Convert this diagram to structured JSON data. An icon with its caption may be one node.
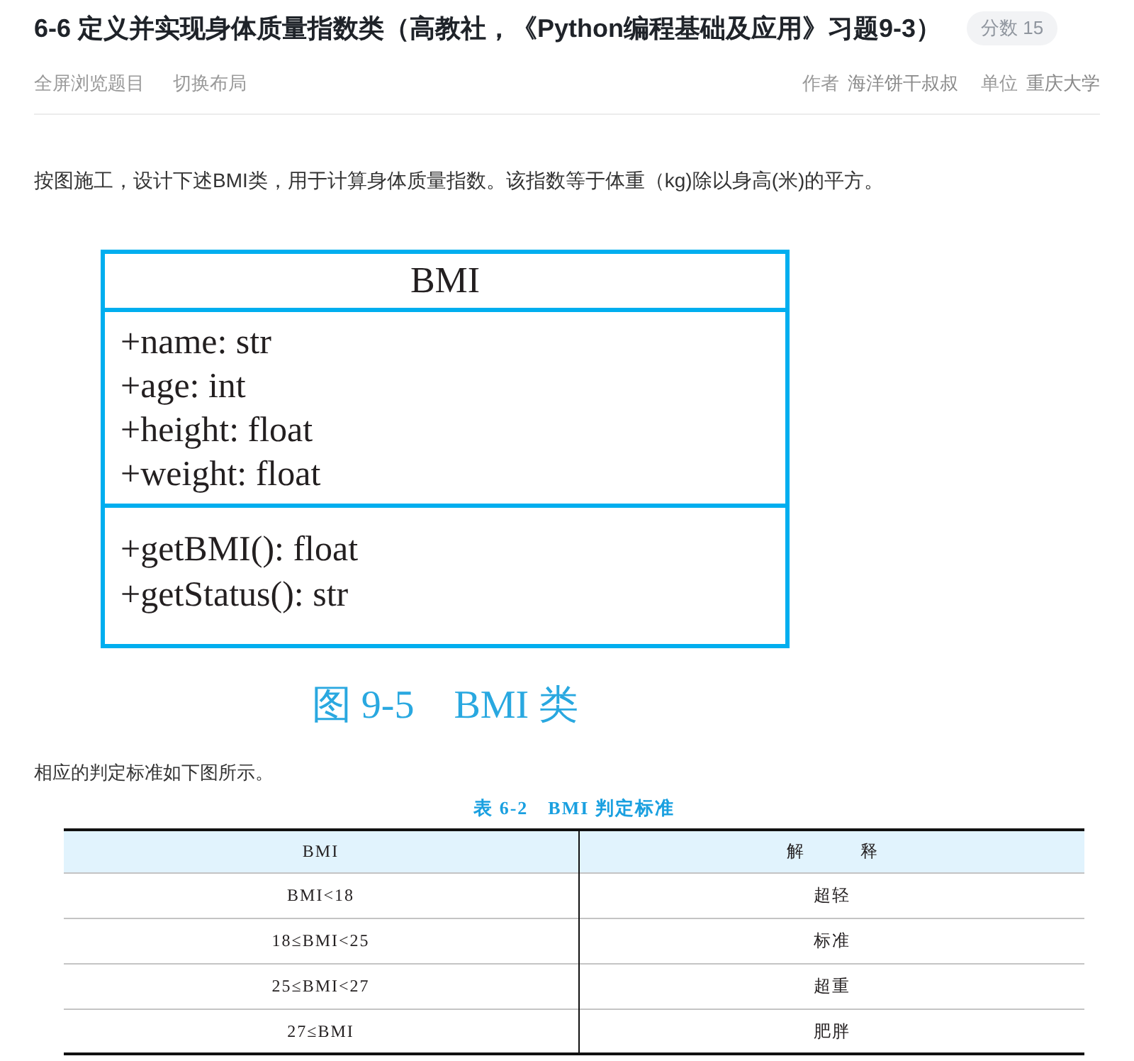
{
  "diagram": {
    "title": "6-6 定义并实现身体质量指数类（高教社，《Python编程基础及应用》习题9-3）",
    "caption": "图 9-5　BMI 类",
    "nodes": [
      {
        "text": [],
        "shape": "box"
      },
      {
        "text": [
          "BMI"
        ],
        "in": 0
      },
      {
        "text": [
          "+name: str",
          "+age: int",
          "+height: float",
          "+weight: float"
        ],
        "in": 0
      },
      {
        "text": [
          "+getBMI(): float",
          "+getStatus(): str"
        ],
        "in": 0
      }
    ],
    "labels": [
      "分数 15",
      "全屏浏览题目",
      "切换布局",
      "作者",
      "海洋饼干叔叔",
      "单位",
      "重庆大学",
      "按图施工，设计下述BMI类，用于计算身体质量指数。该指数等于体重（kg)除以身高(米)的平方。",
      "相应的判定标准如下图所示。",
      "表 6-2　BMI 判定标准",
      "BMI",
      "解释",
      "BMI<18",
      "超轻",
      "18≤BMI<25",
      "标准",
      "25≤BMI<27",
      "超重",
      "27≤BMI",
      "肥胖"
    ]
  }
}
